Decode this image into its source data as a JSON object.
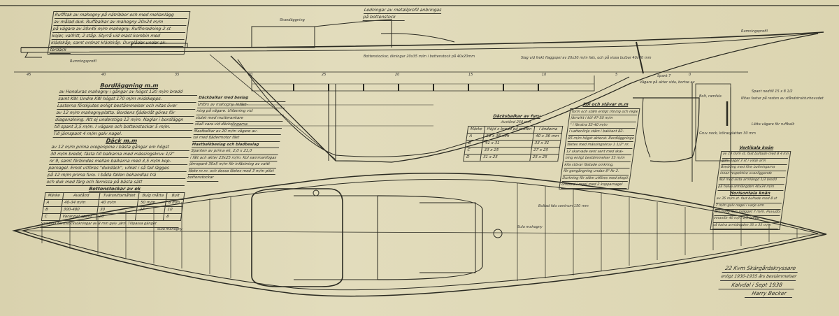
{
  "top_note": [
    "Ruffltak av mahogny på nätribbor och med mellanlägg",
    "av målad duk. Ruffbalkar av mahogny 20x24 m/m",
    "på vägare av 20x45 m/m mahogny. Ruffinredning 2 st",
    "kojer, valfritt, 2 ståp. Styrrå vid mast kombin med",
    "klädskåp, samt ordnat klädskåp. Durglåder under ak-",
    "terdäck"
  ],
  "top_center_note": [
    "Ledningar av metallprofil anbringas",
    "på bottenstock"
  ],
  "labels": {
    "stroke_top": "Skandäggning",
    "rubbing_right": "Rumningsprofil",
    "rubbing_left": "Rumningsprofil",
    "floor_note": "Bottenstockar, ökningar 20x35 m/m i bottenstock på 40x20mm",
    "bolt_note": "Slag vid frekt flaggspel av 20x30 m/m fals, och på vissa bulbar 40x40 mm",
    "keel_note": "Bultad fals centrum 150 mm",
    "deck_left": "Sula mahogny",
    "deck_right": "Sula mahogny",
    "section_top": "Spant 7",
    "section_sub": "Vägare på akter sida, bortse av",
    "section_clamp": "Bolt, ramfals",
    "section_note1": "Spant nedtill 15 x 8 1/2",
    "section_note2": "Nitas fastar på resten av ståndstrukturhovudet",
    "section_note3": "Lätta vägare för ruffbalk",
    "section_note4": "Gruv nock, kölrasplattan 30 mm"
  },
  "planking": {
    "title": "Bordläggning m.m",
    "lines": [
      "av Honduras mahogny i gångar av högst 120 m/m bredd",
      "samt KW. Undre KW högst 170 m/m midskepps.",
      "Lasterna förskjutes enligt bestämmelser och nitas över",
      "av 12 m/m mahognyplatta. Bordens fjäderlåt göres för",
      "diagonalning. Att ej understiga 12 m/m. Naglar i bordläggn",
      "till spant 3,5 m/m. I vägare och bottenstockar 5 m/m.",
      "Till järnspant 4 m/m galv nagel."
    ],
    "deck_title": "Däck m.m",
    "deck_lines": [
      "av 12 m/m prima oregonpine i bästa gångar om högst",
      "30 m/m bredd, fästa till balkarna med mässingskruv 1/2\"",
      "nr 9, samt förbindes mellan balkarna med 3,5 m/m kop-",
      "parnagel. Emot utföres \"dukdäck\", vilket i så fall lägges",
      "på 12 m/m prima furu. I båda fallen behandlas trä",
      "och duk med färg och fernissa på bästa sätt"
    ],
    "floors_title": "Bottenstockar av ek",
    "floors_header": [
      "Märke",
      "Avstånd",
      "Tvärsnittsmåttet",
      "Bulg måtta",
      "Bult"
    ],
    "floors_rows": [
      [
        "A",
        "40-34 m/m",
        "40 m/m",
        "50 m/m",
        "8 mm"
      ],
      [
        "B",
        "300-480",
        "30",
        "27",
        "10"
      ],
      [
        "C",
        "Varannat spant",
        "26",
        "",
        "8"
      ]
    ],
    "floors_footer": "Samtliga bordstocksökningar av 8 mm galv. järn. Tillpassa gänget"
  },
  "beams_note": {
    "title": "Däckbalkar med beslag",
    "lines": [
      "Utförs av mahogny. Infäst-",
      "ning på vägare. Utfasning vid",
      "slutet med mutterankare",
      "skall vara vid däckslingarna",
      "Mastbalkar av 20 m/m vägare av-",
      "tal med fjädermotor fäst"
    ],
    "sub_title": "Mastbalkbeslag och bladbeslag",
    "sub_lines": [
      "Spanten av prima ek, 2,0 x 21,0",
      "i fält ach akter 23x25 m/m. Kol sammanfogas",
      "järnspant 30x5 m/m för infästning av vattt",
      "fäste m.m. och dessa fästes med 3 m/m pilot",
      "bottenstockar"
    ]
  },
  "deck_beams": {
    "title": "Däcksbalkar av furu",
    "subtitle": "Avstånd 250 mm",
    "header": [
      "Märke",
      "Höjd x bredd på mitten",
      "I ändarna"
    ],
    "rows": [
      [
        "A",
        "50 x 36 mm",
        "40 x 36 mm"
      ],
      [
        "B",
        "41 x 31",
        "33 x 31"
      ],
      [
        "C",
        "33 x 25",
        "27 x 25"
      ],
      [
        "D",
        "31 x 25",
        "25 x 25"
      ]
    ]
  },
  "keel_note": {
    "title": "Köl och stävar m.m",
    "lines": [
      "form och stäm enligt ritning och regler",
      "Järnvikt i köl 47-50 m/m",
      "        \" i fänstra 32-40 m/m",
      "I vattenlinje stäm i bakkant 82-",
      "85 m/m högst akterut. Bordläggningen",
      "fästes med mässingskruv 1 1/2\" nr.",
      "12 skarvade sent sent med skal-",
      "ning enligt bestämmelser 55 m/m",
      "Alla stövar fästade omkring,",
      "för gengångning undan 8\" Nr 2.",
      "Durkning för stäm utföres med ekspill",
      "ombord i regel med 2 kopparnagel"
    ]
  },
  "knees": {
    "title": "Vertikala knän",
    "lines": [
      "av 14 m/m st. fast bultade med 8 4 m/m",
      "galv nagel 3 st i varje arm",
      "Bredning med före bultningarna",
      "innan respektive ovanliggande",
      "Nul med sista armlängd 1/3 bredd",
      "på halva armlängden 40x34 m/m"
    ],
    "title2": "Horisontala knän",
    "lines2": [
      "av 35 m/m st. fast bultade med 8 st",
      "7 m/m galv nagel i varje arm",
      "Bredning före inlägget 7 m/m. Huvudbalken",
      "innanför 40 m/m 1/3 bredd",
      "på halva armlängden 35 x 35 m/m"
    ]
  },
  "title_block": [
    "22 Kvm Skärgårdskryssare",
    "enligt 1930-1935 års bestämmelser",
    "Kalvdal i Sept 1938",
    "Harry Becker"
  ],
  "station_numbers": [
    "45",
    "40",
    "35",
    "30",
    "25",
    "20",
    "15",
    "10",
    "5",
    "0"
  ],
  "colors": {
    "paper": "#ddd6b4",
    "ink": "#2a2a22"
  }
}
